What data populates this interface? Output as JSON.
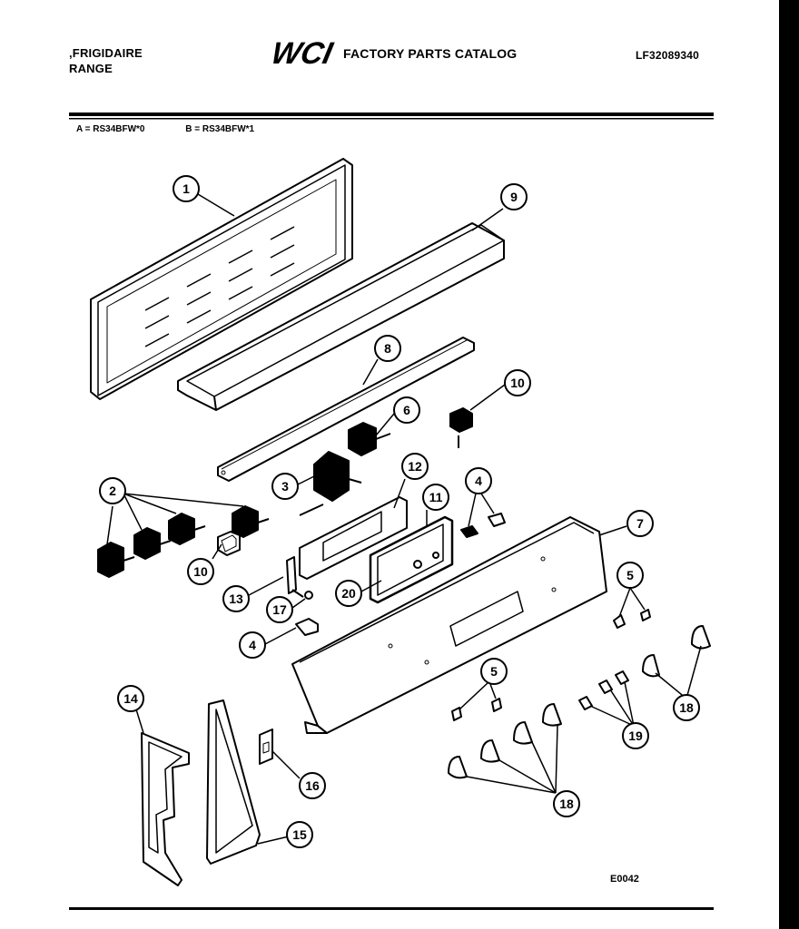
{
  "header": {
    "brand_line1": ",FRIGIDAIRE",
    "brand_line2": "RANGE",
    "logo_text": "WCI",
    "title": "FACTORY PARTS CATALOG",
    "catalog_number": "LF32089340"
  },
  "models": {
    "a": "A = RS34BFW*0",
    "b": "B = RS34BFW*1"
  },
  "diagram_code": "E0042",
  "callouts": [
    "1",
    "2",
    "3",
    "4",
    "4",
    "5",
    "5",
    "6",
    "7",
    "8",
    "9",
    "10",
    "10",
    "11",
    "12",
    "13",
    "14",
    "15",
    "16",
    "17",
    "18",
    "18",
    "19",
    "20"
  ]
}
